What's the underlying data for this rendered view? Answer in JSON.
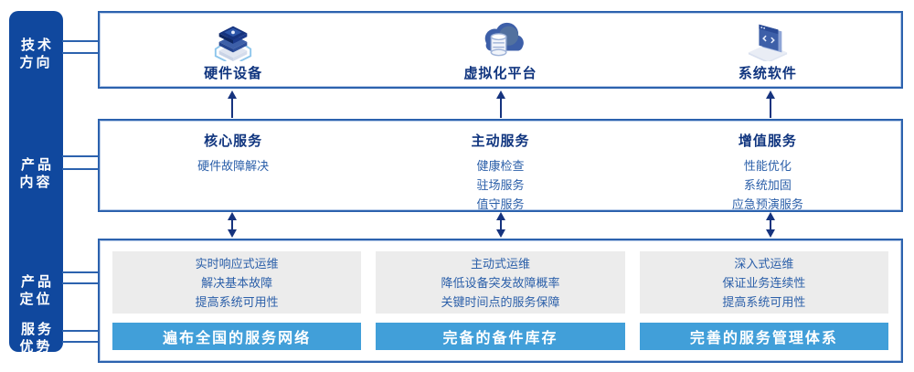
{
  "sidebar": {
    "items": [
      "技术\n方向",
      "产品\n内容",
      "产品\n定位",
      "服务\n优势"
    ]
  },
  "top": {
    "items": [
      {
        "icon": "server-stack-icon",
        "label": "硬件设备"
      },
      {
        "icon": "cloud-database-icon",
        "label": "虚拟化平台"
      },
      {
        "icon": "code-window-icon",
        "label": "系统软件"
      }
    ]
  },
  "middle": {
    "columns": [
      {
        "title": "核心服务",
        "items": [
          "硬件故障解决"
        ]
      },
      {
        "title": "主动服务",
        "items": [
          "健康检查",
          "驻场服务",
          "值守服务"
        ]
      },
      {
        "title": "增值服务",
        "items": [
          "性能优化",
          "系统加固",
          "应急预演服务"
        ]
      }
    ]
  },
  "bottom": {
    "columns": [
      {
        "lines": [
          "实时响应式运维",
          "解决基本故障",
          "提高系统可用性"
        ],
        "banner": "遍布全国的服务网络"
      },
      {
        "lines": [
          "主动式运维",
          "降低设备突发故障概率",
          "关键时间点的服务保障"
        ],
        "banner": "完备的备件库存"
      },
      {
        "lines": [
          "深入式运维",
          "保证业务连续性",
          "提高系统可用性"
        ],
        "banner": "完善的服务管理体系"
      }
    ]
  },
  "colors": {
    "sidebar_bg": "#10489e",
    "box_border": "#2c62ae",
    "heading_text": "#10357f",
    "body_text": "#2b5fa9",
    "panel_bg": "#ececec",
    "banner_bg": "#419fd9",
    "arrow": "#16337e"
  }
}
